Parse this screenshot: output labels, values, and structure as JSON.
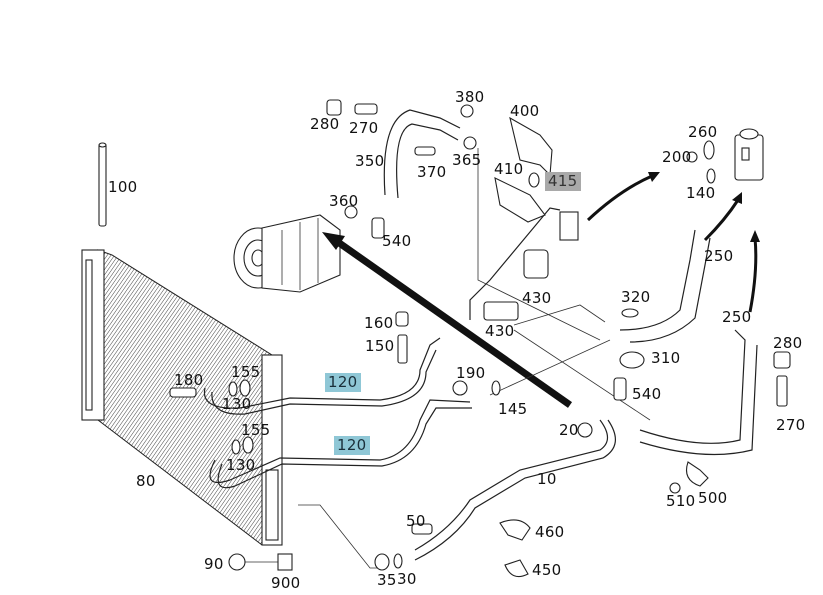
{
  "diagram": {
    "title": "A/C refrigerant circuit exploded parts diagram",
    "components": {
      "condenser": "condenser",
      "compressor": "compressor",
      "expansion_valve": "expansion valve"
    },
    "highlight_colors": {
      "blue": "#8fc7d6",
      "gray": "#a9a9a9"
    },
    "callouts": [
      {
        "id": "c100",
        "text": "100"
      },
      {
        "id": "c80",
        "text": "80"
      },
      {
        "id": "c280a",
        "text": "280"
      },
      {
        "id": "c270a",
        "text": "270"
      },
      {
        "id": "c380",
        "text": "380"
      },
      {
        "id": "c400",
        "text": "400"
      },
      {
        "id": "c350",
        "text": "350"
      },
      {
        "id": "c370",
        "text": "370"
      },
      {
        "id": "c365",
        "text": "365"
      },
      {
        "id": "c410",
        "text": "410"
      },
      {
        "id": "c415",
        "text": "415",
        "highlight": "gray"
      },
      {
        "id": "c360",
        "text": "360"
      },
      {
        "id": "c540a",
        "text": "540"
      },
      {
        "id": "c430a",
        "text": "430"
      },
      {
        "id": "c430b",
        "text": "430"
      },
      {
        "id": "c260",
        "text": "260"
      },
      {
        "id": "c200",
        "text": "200"
      },
      {
        "id": "c140",
        "text": "140"
      },
      {
        "id": "c250a",
        "text": "250"
      },
      {
        "id": "c250b",
        "text": "250"
      },
      {
        "id": "c320",
        "text": "320"
      },
      {
        "id": "c310",
        "text": "310"
      },
      {
        "id": "c540b",
        "text": "540"
      },
      {
        "id": "c280b",
        "text": "280"
      },
      {
        "id": "c270b",
        "text": "270"
      },
      {
        "id": "c160",
        "text": "160"
      },
      {
        "id": "c150",
        "text": "150"
      },
      {
        "id": "c180",
        "text": "180"
      },
      {
        "id": "c155a",
        "text": "155"
      },
      {
        "id": "c130a",
        "text": "130"
      },
      {
        "id": "c120a",
        "text": "120",
        "highlight": "blue"
      },
      {
        "id": "c190",
        "text": "190"
      },
      {
        "id": "c145",
        "text": "145"
      },
      {
        "id": "c155b",
        "text": "155"
      },
      {
        "id": "c130b",
        "text": "130"
      },
      {
        "id": "c120b",
        "text": "120",
        "highlight": "blue"
      },
      {
        "id": "c20",
        "text": "20"
      },
      {
        "id": "c10",
        "text": "10"
      },
      {
        "id": "c510",
        "text": "510"
      },
      {
        "id": "c500",
        "text": "500"
      },
      {
        "id": "c50",
        "text": "50"
      },
      {
        "id": "c460",
        "text": "460"
      },
      {
        "id": "c450",
        "text": "450"
      },
      {
        "id": "c90",
        "text": "90"
      },
      {
        "id": "c900",
        "text": "900"
      },
      {
        "id": "c35",
        "text": "35"
      },
      {
        "id": "c30",
        "text": "30"
      }
    ]
  }
}
